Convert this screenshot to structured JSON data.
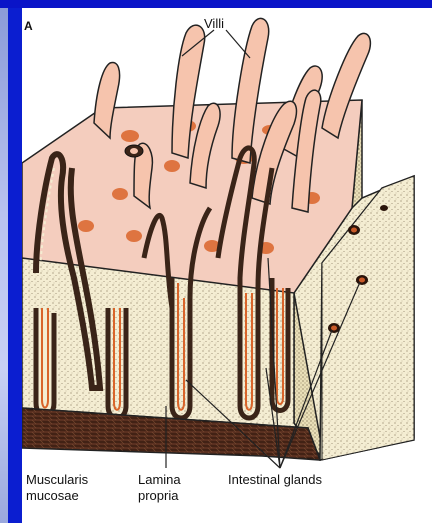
{
  "diagram": {
    "panel_letter": "A",
    "labels": {
      "villi": "Villi",
      "muscularis_line1": "Muscularis",
      "muscularis_line2": "mucosae",
      "lamina_line1": "Lamina",
      "lamina_line2": "propria",
      "intestinal_glands": "Intestinal glands"
    },
    "colors": {
      "frame_blue": "#0a14c8",
      "villus_pink": "#f6c4ad",
      "surface_pink": "#f4cdbe",
      "tissue_cream": "#f3ecd0",
      "gland_brown": "#5a3a2a",
      "gland_orange": "#d9642a",
      "muscularis_dark": "#4a2818"
    }
  }
}
